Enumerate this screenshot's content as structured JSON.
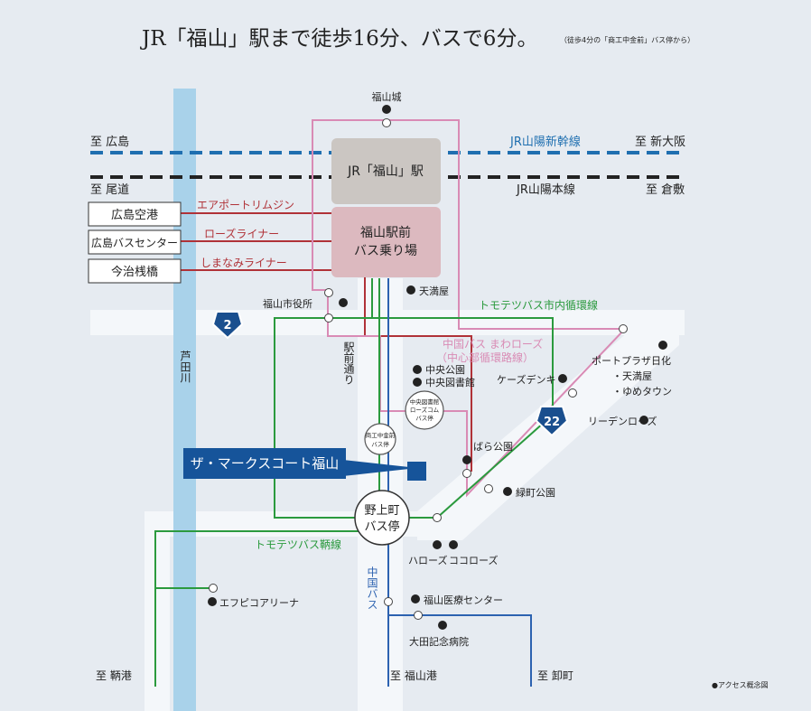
{
  "title": {
    "main": "JR「福山」駅まで徒歩16分、バスで6分。",
    "note": "（徒歩4分の「商工中金前」バス停から）"
  },
  "rail": {
    "shinkansen": "JR山陽新幹線",
    "sanyo_main": "JR山陽本線",
    "to_hiroshima": "至 広島",
    "to_shin_osaka": "至 新大阪",
    "to_onomichi": "至 尾道",
    "to_kurashiki": "至 倉敷"
  },
  "station": {
    "jr_fukuyama": "JR「福山」駅",
    "bus_terminal_line1": "福山駅前",
    "bus_terminal_line2": "バス乗り場"
  },
  "destinations": [
    {
      "box": "広島空港",
      "line": "エアポートリムジン"
    },
    {
      "box": "広島バスセンター",
      "line": "ローズライナー"
    },
    {
      "box": "今治桟橋",
      "line": "しまなみライナー"
    }
  ],
  "bus_lines": {
    "tomotetsu_loop": "トモテツバス市内循環線",
    "mawarose_line1": "中国バス まわローズ",
    "mawarose_line2": "（中心部循環路線）",
    "tomotetsu_tomo": "トモテツバス鞆線",
    "chugoku_bus": "中国バス"
  },
  "roads": {
    "route2": "2",
    "route22": "22",
    "ashida_river": "芦田川",
    "ekimae_dori": "駅前通り"
  },
  "landmarks": {
    "fukuyama_castle": "福山城",
    "tenmaya1": "天満屋",
    "city_hall": "福山市役所",
    "central_park": "中央公園",
    "central_library": "中央図書館",
    "keys_denki": "ケーズデンキ",
    "port_plaza_1": "ポートプラザ日化",
    "port_plaza_2": "・天満屋",
    "port_plaza_3": "・ゆめタウン",
    "rydenrose": "リーデンローズ",
    "bara_park": "ばら公園",
    "midorimachi_park": "緑町公園",
    "harose": "ハローズ",
    "cocorose": "ココローズ",
    "epicoa": "エフピコアリーナ",
    "medical_center": "福山医療センター",
    "ota_hospital": "大田記念病院"
  },
  "bus_stops": {
    "library_stop_1": "中央図書館",
    "library_stop_2": "ローズコム",
    "library_stop_3": "バス停",
    "shoko_1": "商工中金前",
    "shoko_2": "バス停",
    "nogami_1": "野上町",
    "nogami_2": "バス停"
  },
  "property": "ザ・マークスコート福山",
  "bottom": {
    "to_tomonoura": "至 鞆港",
    "to_fukuyama_port": "至 福山港",
    "to_oroshimachi": "至 卸町",
    "legend": "●アクセス概念図"
  },
  "colors": {
    "shinkansen": "#1f6fb0",
    "jr": "#222222",
    "limousine": "#b03238",
    "tomotetsu": "#2b9a3e",
    "mawarose": "#d98bb5",
    "chugoku": "#2c62b0",
    "property": "#16549a",
    "road": "#f4f7fa",
    "river": "#a9d2ea"
  }
}
